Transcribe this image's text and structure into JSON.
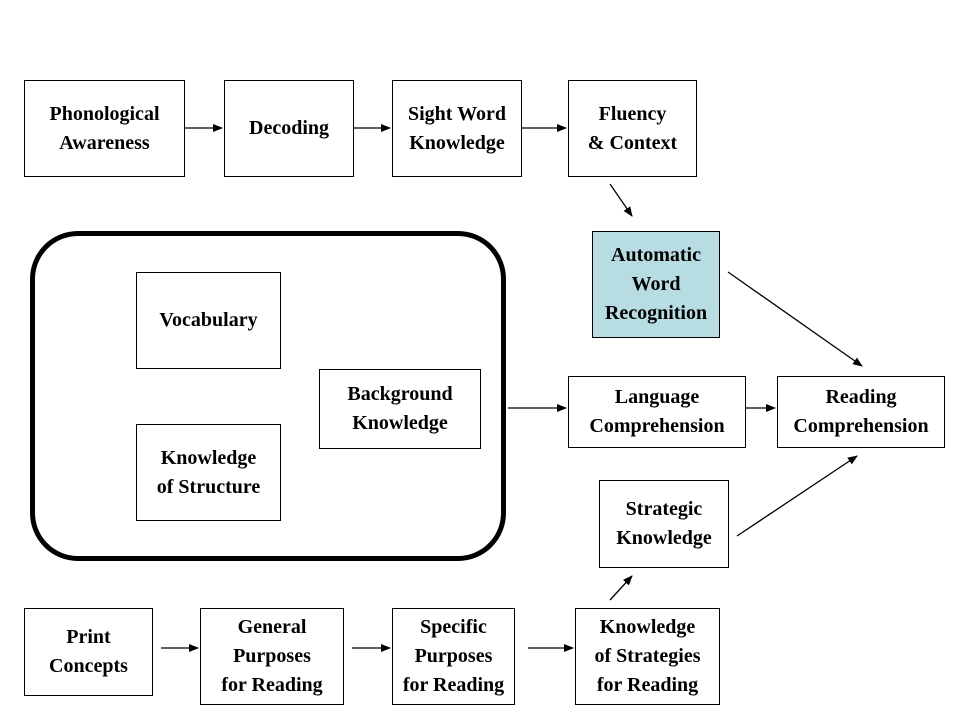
{
  "boxes": {
    "phonological_awareness": "Phonological\nAwareness",
    "decoding": "Decoding",
    "sight_word_knowledge": "Sight Word\nKnowledge",
    "fluency_context": "Fluency\n& Context",
    "automatic_word_recognition": "Automatic\nWord\nRecognition",
    "vocabulary": "Vocabulary",
    "background_knowledge": "Background\nKnowledge",
    "knowledge_of_structure": "Knowledge\nof Structure",
    "language_comprehension": "Language\nComprehension",
    "reading_comprehension": "Reading\nComprehension",
    "strategic_knowledge": "Strategic\nKnowledge",
    "print_concepts": "Print\nConcepts",
    "general_purposes": "General\nPurposes\nfor Reading",
    "specific_purposes": "Specific\nPurposes\nfor Reading",
    "knowledge_of_strategies": "Knowledge\nof Strategies\nfor Reading"
  },
  "colors": {
    "highlight": "#b7dde3",
    "line": "#000000",
    "background": "#ffffff"
  }
}
